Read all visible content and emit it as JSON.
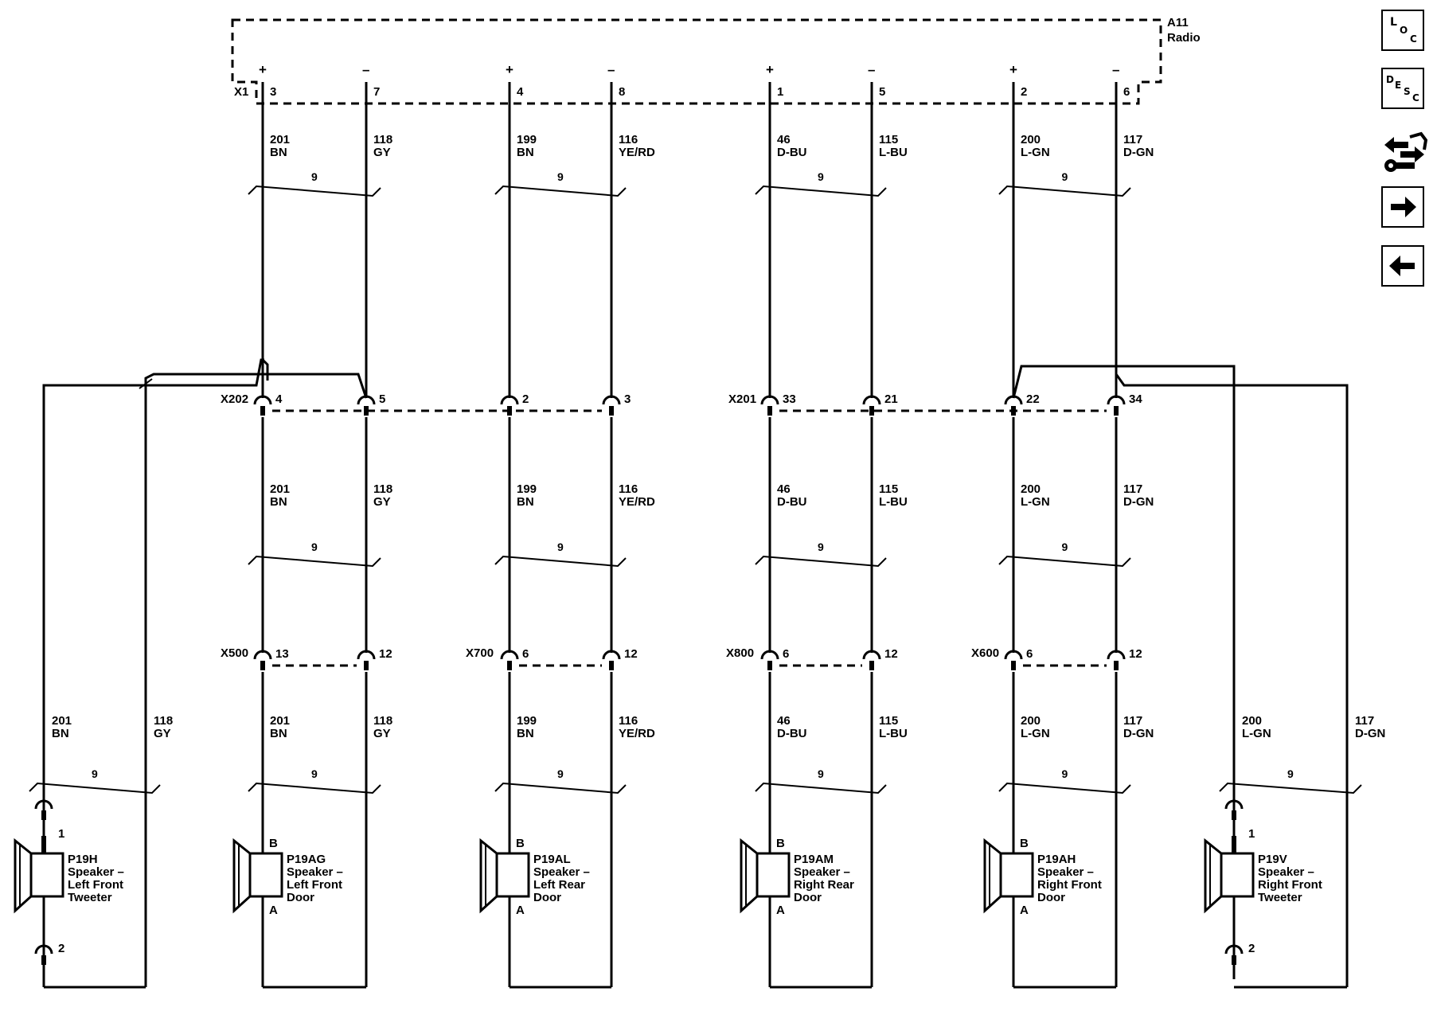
{
  "module": {
    "ref": "A11",
    "name": "Radio",
    "connector": "X1"
  },
  "radio_terminals": [
    {
      "pin": "3",
      "sign": "+"
    },
    {
      "pin": "7",
      "sign": "–"
    },
    {
      "pin": "4",
      "sign": "+"
    },
    {
      "pin": "8",
      "sign": "–"
    },
    {
      "pin": "1",
      "sign": "+"
    },
    {
      "pin": "5",
      "sign": "–"
    },
    {
      "pin": "2",
      "sign": "+"
    },
    {
      "pin": "6",
      "sign": "–"
    }
  ],
  "twist_label": "9",
  "circuits": [
    {
      "num": "201",
      "color": "BN"
    },
    {
      "num": "118",
      "color": "GY"
    },
    {
      "num": "199",
      "color": "BN"
    },
    {
      "num": "116",
      "color": "YE/RD"
    },
    {
      "num": "46",
      "color": "D-BU"
    },
    {
      "num": "115",
      "color": "L-BU"
    },
    {
      "num": "200",
      "color": "L-GN"
    },
    {
      "num": "117",
      "color": "D-GN"
    }
  ],
  "inline_top": [
    {
      "name": "X202",
      "pins": [
        "4",
        "5",
        "2",
        "3"
      ]
    },
    {
      "name": "X201",
      "pins": [
        "33",
        "21",
        "22",
        "34"
      ]
    }
  ],
  "inline_mid": [
    {
      "name": "X500",
      "pins": [
        "13",
        "12"
      ]
    },
    {
      "name": "X700",
      "pins": [
        "6",
        "12"
      ]
    },
    {
      "name": "X800",
      "pins": [
        "6",
        "12"
      ]
    },
    {
      "name": "X600",
      "pins": [
        "6",
        "12"
      ]
    }
  ],
  "tweeter_circuits": [
    {
      "num": "201",
      "color": "BN"
    },
    {
      "num": "118",
      "color": "GY"
    },
    {
      "num": "200",
      "color": "L-GN"
    },
    {
      "num": "117",
      "color": "D-GN"
    }
  ],
  "speakers": [
    {
      "ref": "P19H",
      "l1": "Speaker –",
      "l2": "Left Front",
      "l3": "Tweeter",
      "pin_top": "1",
      "pin_bot": "2"
    },
    {
      "ref": "P19AG",
      "l1": "Speaker –",
      "l2": "Left Front",
      "l3": "Door",
      "pin_top": "B",
      "pin_bot": "A"
    },
    {
      "ref": "P19AL",
      "l1": "Speaker –",
      "l2": "Left Rear",
      "l3": "Door",
      "pin_top": "B",
      "pin_bot": "A"
    },
    {
      "ref": "P19AM",
      "l1": "Speaker –",
      "l2": "Right Rear",
      "l3": "Door",
      "pin_top": "B",
      "pin_bot": "A"
    },
    {
      "ref": "P19AH",
      "l1": "Speaker –",
      "l2": "Right Front",
      "l3": "Door",
      "pin_top": "B",
      "pin_bot": "A"
    },
    {
      "ref": "P19V",
      "l1": "Speaker –",
      "l2": "Right Front",
      "l3": "Tweeter",
      "pin_top": "1",
      "pin_bot": "2"
    }
  ],
  "nav": [
    {
      "id": "loc",
      "icon": "location-icon",
      "text": "LOC"
    },
    {
      "id": "desc",
      "icon": "description-icon",
      "text": "DESC"
    },
    {
      "id": "conn",
      "icon": "connector-wrench-icon",
      "text": ""
    },
    {
      "id": "next",
      "icon": "arrow-right-icon",
      "text": ""
    },
    {
      "id": "prev",
      "icon": "arrow-left-icon",
      "text": ""
    }
  ]
}
